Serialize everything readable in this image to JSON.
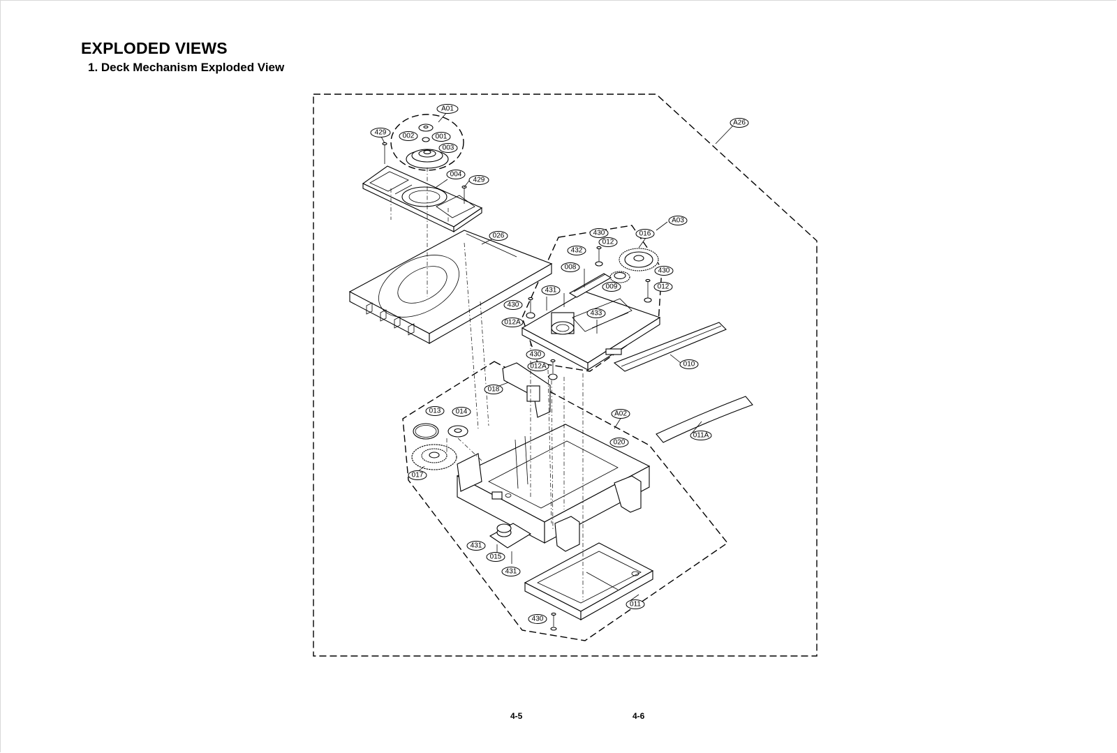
{
  "document": {
    "title": "EXPLODED VIEWS",
    "section": "1. Deck Mechanism Exploded View",
    "page_numbers": [
      "4-5",
      "4-6"
    ]
  },
  "diagram": {
    "callouts": [
      "A01",
      "429",
      "002",
      "001",
      "003",
      "004",
      "429",
      "A26",
      "026",
      "A03",
      "430",
      "016",
      "012",
      "432",
      "008",
      "430",
      "009",
      "012",
      "431",
      "430",
      "433",
      "012A",
      "430",
      "012A",
      "010",
      "018",
      "A02",
      "013",
      "014",
      "020",
      "011A",
      "017",
      "431",
      "015",
      "431",
      "011",
      "430"
    ]
  }
}
